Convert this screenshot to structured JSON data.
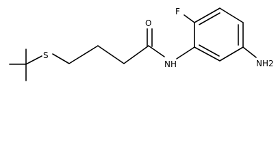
{
  "atoms": {
    "sulfur": "S",
    "oxygen": "O",
    "fluorine": "F",
    "amide_nitrogen": "NH",
    "amine_group": "NH2"
  },
  "colors": {
    "bond": "#000000",
    "label": "#000000",
    "background": "#ffffff"
  }
}
